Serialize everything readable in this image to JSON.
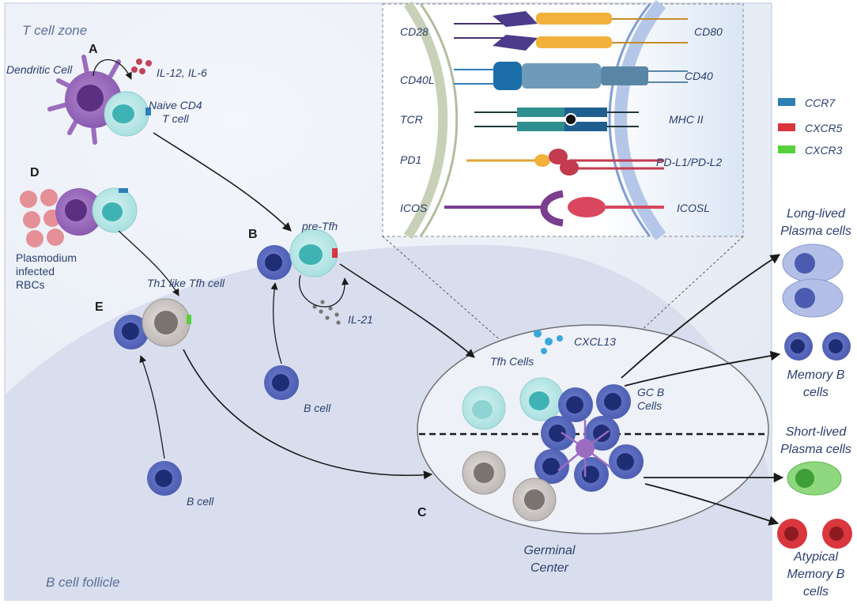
{
  "zones": {
    "t_cell": "T cell zone",
    "b_follicle": "B cell follicle"
  },
  "panels": {
    "A": "A",
    "B": "B",
    "C": "C",
    "D": "D",
    "E": "E"
  },
  "cells": {
    "dendritic": "Dendritic Cell",
    "naive_cd4": "Naive CD4\nT cell",
    "plasmodium": "Plasmodium\ninfected\nRBCs",
    "th1_like_tfh": "Th1 like Tfh cell",
    "pre_tfh": "pre-Tfh",
    "b_cell_1": "B cell",
    "b_cell_2": "B cell",
    "tfh_cells": "Tfh Cells",
    "gc_b_cells": "GC B\nCells",
    "germinal_center": "Germinal\nCenter"
  },
  "cytokines": {
    "il12_il6": "IL-12, IL-6",
    "il21": "IL-21",
    "cxcl13": "CXCL13"
  },
  "receptors": {
    "legend": [
      {
        "label": "CCR7",
        "color": "#2e7fb5"
      },
      {
        "label": "CXCR5",
        "color": "#d9363e"
      },
      {
        "label": "CXCR3",
        "color": "#57d13a"
      }
    ]
  },
  "synapse": {
    "left": [
      "CD28",
      "CD40L",
      "TCR",
      "PD1",
      "ICOS"
    ],
    "right": [
      "CD80",
      "CD40",
      "MHC II",
      "PD-L1/PD-L2",
      "ICOSL"
    ]
  },
  "outcomes": {
    "long_lived": "Long-lived\nPlasma cells",
    "memory_b": "Memory B\ncells",
    "short_lived": "Short-lived\nPlasma cells",
    "atypical": "Atypical\nMemory B\ncells"
  }
}
